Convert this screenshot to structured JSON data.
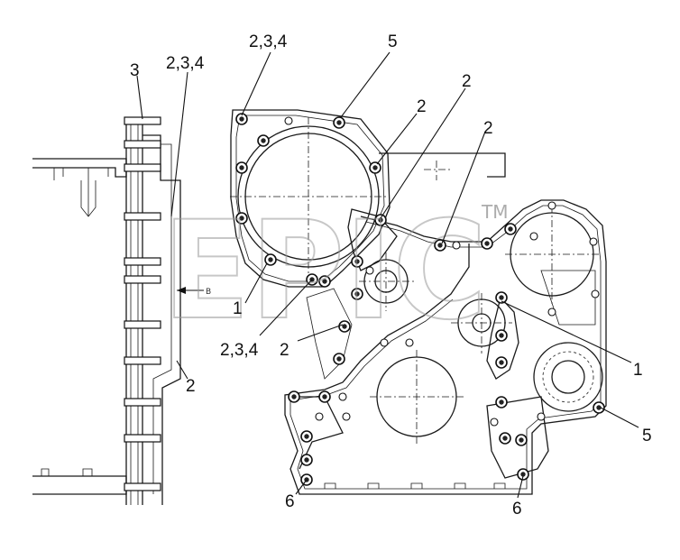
{
  "diagram": {
    "callouts": [
      {
        "id": "c-234-top",
        "text": "2,3,4"
      },
      {
        "id": "c-5-top",
        "text": "5"
      },
      {
        "id": "c-3-left",
        "text": "3"
      },
      {
        "id": "c-234-left",
        "text": "2,3,4"
      },
      {
        "id": "c-2-a",
        "text": "2"
      },
      {
        "id": "c-2-b",
        "text": "2"
      },
      {
        "id": "c-2-c",
        "text": "2"
      },
      {
        "id": "c-1-left",
        "text": "1"
      },
      {
        "id": "c-234-bottom",
        "text": "2,3,4"
      },
      {
        "id": "c-2-d",
        "text": "2"
      },
      {
        "id": "c-2-side",
        "text": "2"
      },
      {
        "id": "c-1-right",
        "text": "1"
      },
      {
        "id": "c-5-right",
        "text": "5"
      },
      {
        "id": "c-6-left",
        "text": "6"
      },
      {
        "id": "c-6-right",
        "text": "6"
      }
    ],
    "view_marker": "B",
    "watermark": {
      "text": "EPIC",
      "tm": "TM"
    }
  }
}
